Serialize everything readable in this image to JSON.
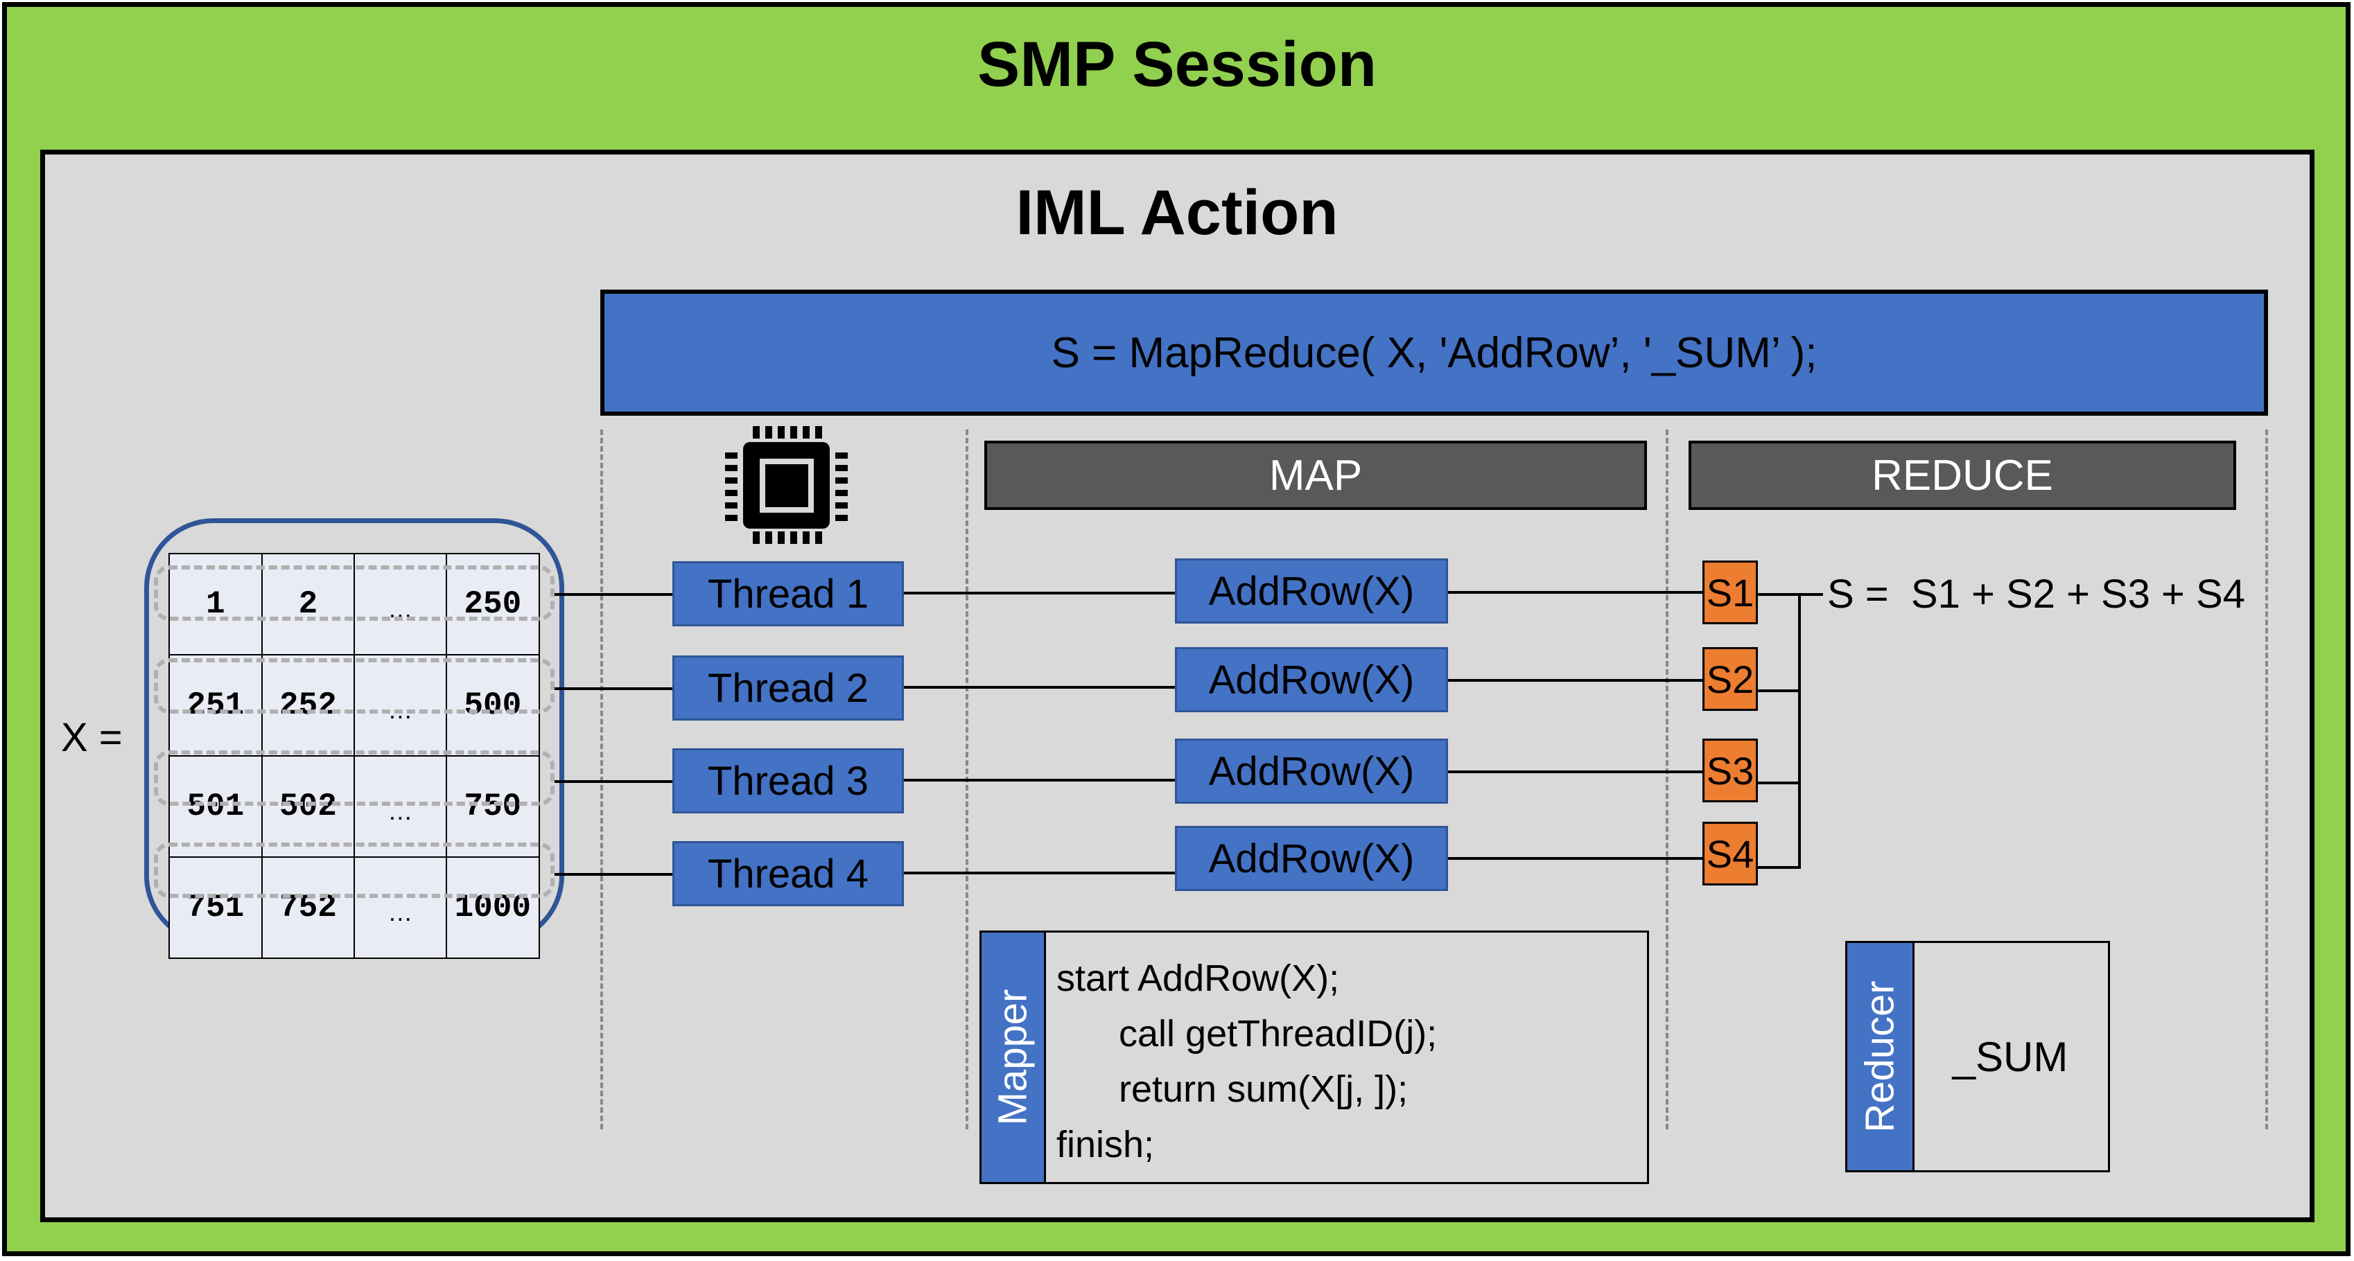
{
  "session": {
    "title": "SMP Session",
    "bg_color": "#92d050"
  },
  "action": {
    "title": "IML Action",
    "bg_color": "#d9d9d9"
  },
  "banner": {
    "text": "S = MapReduce( X, 'AddRow’,  '_SUM’ );",
    "color": "#4472c4"
  },
  "cpu_icon": "cpu-chip-icon",
  "headers": {
    "map": "MAP",
    "reduce": "REDUCE",
    "color": "#595959"
  },
  "matrix": {
    "label": "X =",
    "rows": [
      [
        "1",
        "2",
        "…",
        "250"
      ],
      [
        "251",
        "252",
        "…",
        "500"
      ],
      [
        "501",
        "502",
        "…",
        "750"
      ],
      [
        "751",
        "752",
        "…",
        "1000"
      ]
    ],
    "frame_color": "#2f5597",
    "cell_color": "#e9ebf5"
  },
  "threads": [
    "Thread 1",
    "Thread 2",
    "Thread 3",
    "Thread 4"
  ],
  "mappers": [
    "AddRow(X)",
    "AddRow(X)",
    "AddRow(X)",
    "AddRow(X)"
  ],
  "partials": [
    "S1",
    "S2",
    "S3",
    "S4"
  ],
  "partial_color": "#ed7d31",
  "reduce_equation": "S =  S1 + S2 + S3 + S4",
  "mapper_box": {
    "label": "Mapper",
    "code": [
      "start AddRow(X);",
      "      call getThreadID(j);",
      "      return sum(X[j, ]);",
      "finish;"
    ]
  },
  "reducer_box": {
    "label": "Reducer",
    "value": "_SUM"
  }
}
